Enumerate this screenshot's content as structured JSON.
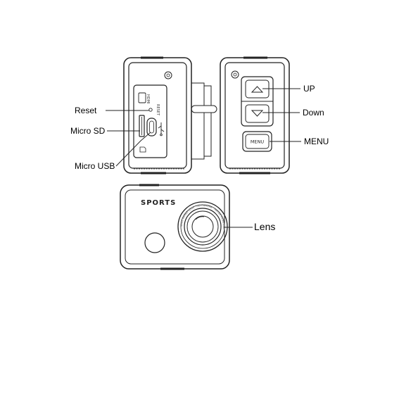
{
  "labels": {
    "reset": "Reset",
    "micro_sd": "Micro SD",
    "micro_usb": "Micro USB",
    "up": "UP",
    "down": "Down",
    "menu": "MENU",
    "lens": "Lens"
  },
  "device_text": {
    "brand": "SPORTS",
    "menu_key": "MENU",
    "port_reset": "RESET",
    "port_hdmi": "HDMI",
    "lens_ring": "WIDE ANGLE LENS · HD CAMERA · WATER RESISTANT"
  },
  "icons": [
    "power-button-icon",
    "up-arrow-icon",
    "down-arrow-icon",
    "usb-symbol-icon",
    "sd-card-icon",
    "lens-icon"
  ]
}
